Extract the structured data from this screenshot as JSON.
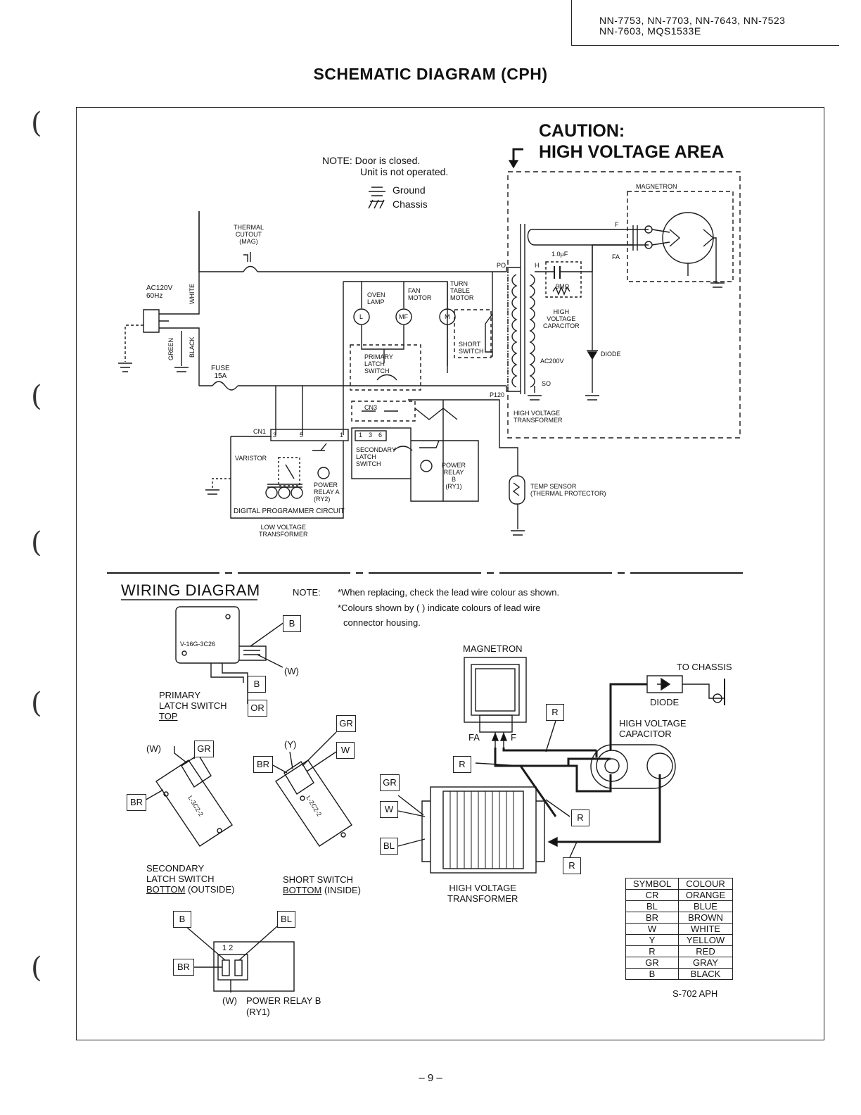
{
  "header": {
    "model_line1": "NN-7753, NN-7703, NN-7643, NN-7523",
    "model_line2": "NN-7603, MQS1533E",
    "title": "SCHEMATIC DIAGRAM (CPH)",
    "page_number": "– 9 –"
  },
  "schematic": {
    "caution_line1": "CAUTION:",
    "caution_line2": "HIGH VOLTAGE AREA",
    "note_line1": "NOTE: Door is closed.",
    "note_line2": "Unit is not operated.",
    "ground_label": "Ground",
    "chassis_label": "Chassis",
    "labels": {
      "magnetron": "MAGNETRON",
      "f": "F",
      "fa": "FA",
      "thermal_cutout_1": "THERMAL",
      "thermal_cutout_2": "CUTOUT",
      "thermal_cutout_3": "(MAG)",
      "ac_supply_1": "AC120V",
      "ac_supply_2": "60Hz",
      "white": "WHITE",
      "green": "GREEN",
      "black": "BLACK",
      "fuse_1": "FUSE",
      "fuse_2": "15A",
      "oven_lamp_1": "OVEN",
      "oven_lamp_2": "LAMP",
      "fan_motor_1": "FAN",
      "fan_motor_2": "MOTOR",
      "turn_table_1": "TURN",
      "turn_table_2": "TABLE",
      "turn_table_3": "MOTOR",
      "lamp_symbol": "L",
      "fan_symbol": "MF",
      "motor_symbol": "M",
      "short_switch_1": "SHORT",
      "short_switch_2": "SWITCH",
      "primary_latch_1": "PRIMARY",
      "primary_latch_2": "LATCH",
      "primary_latch_3": "SWITCH",
      "p0": "PO",
      "p120": "P120",
      "h": "H",
      "cap_value": "1.0μF",
      "resistor_value": "9MΩ",
      "hv_cap_1": "HIGH",
      "hv_cap_2": "VOLTAGE",
      "hv_cap_3": "CAPACITOR",
      "diode": "DIODE",
      "ac200v": "AC200V",
      "s0": "SO",
      "hv_transformer_1": "HIGH VOLTAGE",
      "hv_transformer_2": "TRANSFORMER",
      "cn1": "CN1",
      "cn3": "CN3",
      "varistor": "VARISTOR",
      "secondary_latch_1": "SECONDARY",
      "secondary_latch_2": "LATCH",
      "secondary_latch_3": "SWITCH",
      "relay_a_1": "POWER",
      "relay_a_2": "RELAY A",
      "relay_a_3": "(RY2)",
      "relay_b_1": "POWER",
      "relay_b_2": "RELAY",
      "relay_b_3": "B",
      "relay_b_4": "(RY1)",
      "dpc": "DIGITAL PROGRAMMER CIRCUIT",
      "lvt_1": "LOW VOLTAGE",
      "lvt_2": "TRANSFORMER",
      "temp_sensor_1": "TEMP SENSOR",
      "temp_sensor_2": "(THERMAL PROTECTOR)",
      "cn_pins": [
        "3",
        "5",
        "1",
        "1",
        "3",
        "6"
      ]
    }
  },
  "wiring": {
    "title": "WIRING DIAGRAM",
    "note_label": "NOTE:",
    "note_line1": "*When replacing, check the lead wire colour as shown.",
    "note_line2": "*Colours shown by (   ) indicate colours of lead wire",
    "note_line3": "connector housing.",
    "primary_part": "V-16G-3C26",
    "primary_label_1": "PRIMARY",
    "primary_label_2": "LATCH SWITCH",
    "primary_label_3": "TOP",
    "secondary_part": "L-3C2-2",
    "secondary_label_1": "SECONDARY",
    "secondary_label_2": "LATCH SWITCH",
    "secondary_label_3": "BOTTOM",
    "secondary_label_4": "(OUTSIDE)",
    "short_part": "L-2C2-2",
    "short_label_1": "SHORT SWITCH",
    "short_label_2": "BOTTOM",
    "short_label_3": "(INSIDE)",
    "relay_label": "POWER RELAY B",
    "relay_sub": "(RY1)",
    "relay_pins": "1 2",
    "magnetron": "MAGNETRON",
    "fa": "FA",
    "f": "F",
    "to_chassis": "TO CHASSIS",
    "diode": "DIODE",
    "hv_cap_1": "HIGH VOLTAGE",
    "hv_cap_2": "CAPACITOR",
    "hv_trans_1": "HIGH VOLTAGE",
    "hv_trans_2": "TRANSFORMER",
    "colour_boxes": {
      "b": "B",
      "or": "OR",
      "gr": "GR",
      "w": "W",
      "br": "BR",
      "bl": "BL",
      "r": "R",
      "paren_w": "(W)",
      "paren_y": "(Y)"
    }
  },
  "legend": {
    "header": [
      "SYMBOL",
      "COLOUR"
    ],
    "rows": [
      [
        "CR",
        "ORANGE"
      ],
      [
        "BL",
        "BLUE"
      ],
      [
        "BR",
        "BROWN"
      ],
      [
        "W",
        "WHITE"
      ],
      [
        "Y",
        "YELLOW"
      ],
      [
        "R",
        "RED"
      ],
      [
        "GR",
        "GRAY"
      ],
      [
        "B",
        "BLACK"
      ]
    ],
    "ref": "S-702 APH"
  }
}
